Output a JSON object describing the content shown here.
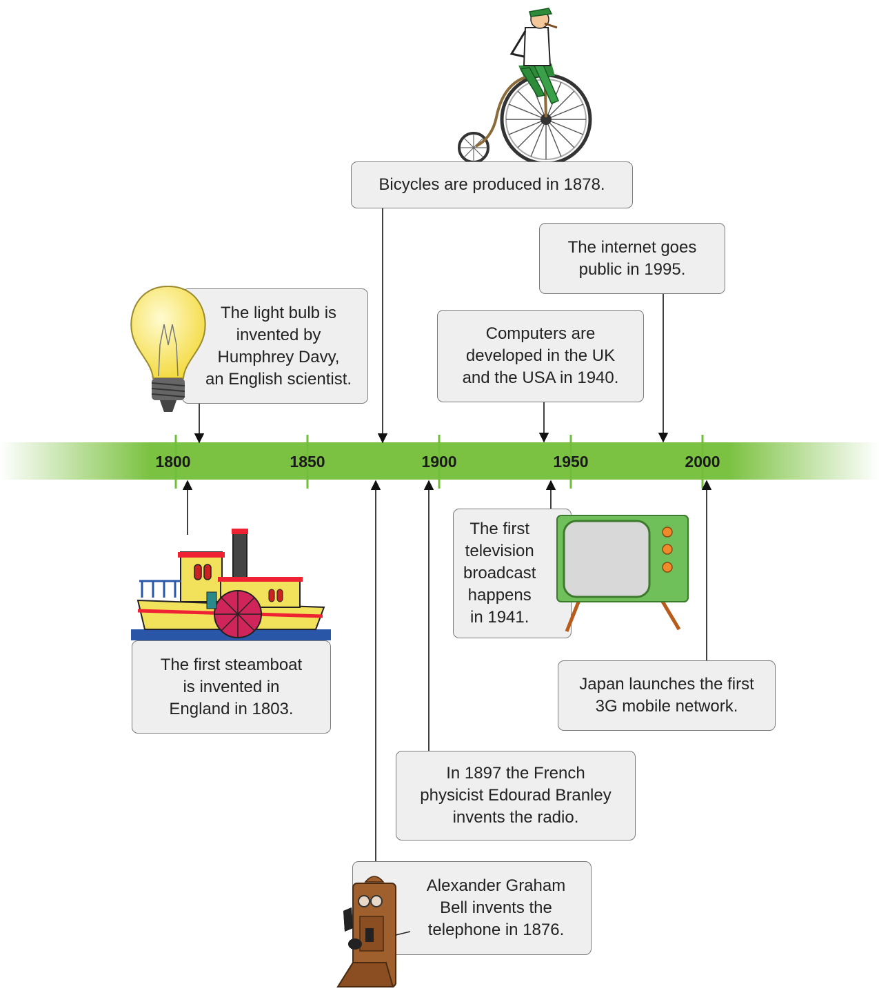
{
  "timeline": {
    "ticks": [
      "1800",
      "1850",
      "1900",
      "1950",
      "2000"
    ],
    "colors": {
      "band": "#7cc242",
      "tick": "#6fbf3a"
    }
  },
  "events": {
    "bicycle": "Bicycles are produced in 1878.",
    "internet": "The internet goes\npublic in 1995.",
    "lightbulb": "The light bulb is\ninvented by\nHumphrey Davy,\nan English scientist.",
    "computers": "Computers are\ndeveloped in the UK\nand the USA in 1940.",
    "steamboat": "The first steamboat\nis invented in\nEngland in 1803.",
    "television": "The first\ntelevision\nbroadcast\nhappens\nin 1941.",
    "mobile": "Japan launches the first\n3G mobile network.",
    "radio": "In 1897 the French\nphysicist Edourad Branley\ninvents the radio.",
    "telephone": "Alexander Graham\nBell invents the\ntelephone in 1876."
  },
  "illustrations": [
    "penny-farthing-bicycle-icon",
    "light-bulb-icon",
    "steamboat-icon",
    "television-icon",
    "wall-telephone-icon"
  ]
}
